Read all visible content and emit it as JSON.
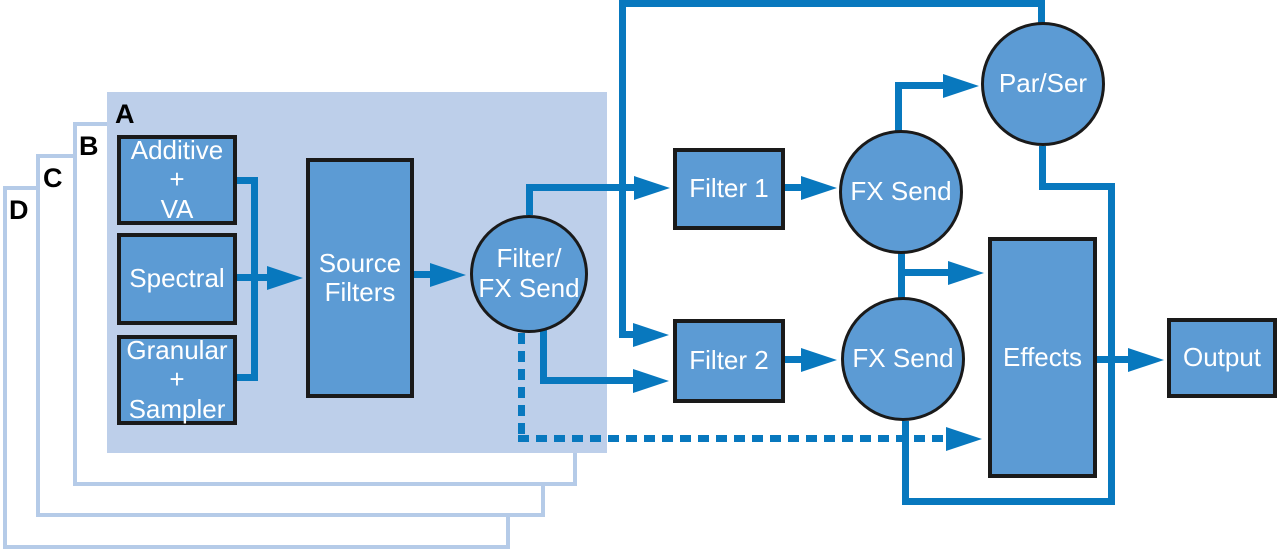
{
  "layers": [
    {
      "label": "A"
    },
    {
      "label": "B"
    },
    {
      "label": "C"
    },
    {
      "label": "D"
    }
  ],
  "nodes": {
    "additive_va": {
      "line1": "Additive",
      "line2": "+",
      "line3": "VA"
    },
    "spectral": {
      "label": "Spectral"
    },
    "granular_sampler": {
      "line1": "Granular",
      "line2": "+",
      "line3": "Sampler"
    },
    "source_filters": {
      "line1": "Source",
      "line2": "Filters"
    },
    "filter_fx_send": {
      "line1": "Filter/",
      "line2": "FX Send"
    },
    "filter_1": {
      "label": "Filter 1"
    },
    "filter_2": {
      "label": "Filter 2"
    },
    "fx_send_top": {
      "label": "FX Send"
    },
    "fx_send_bottom": {
      "label": "FX Send"
    },
    "par_ser": {
      "label": "Par/Ser"
    },
    "effects": {
      "label": "Effects"
    },
    "output": {
      "label": "Output"
    }
  },
  "colors": {
    "node_fill": "#5c9bd4",
    "panel_a_fill": "#bdcfea",
    "panel_border": "#b5cbe8",
    "connector_blue": "#0878be",
    "node_border": "#1a1a1a",
    "node_text": "#ffffff",
    "layer_label_text": "#000000"
  }
}
